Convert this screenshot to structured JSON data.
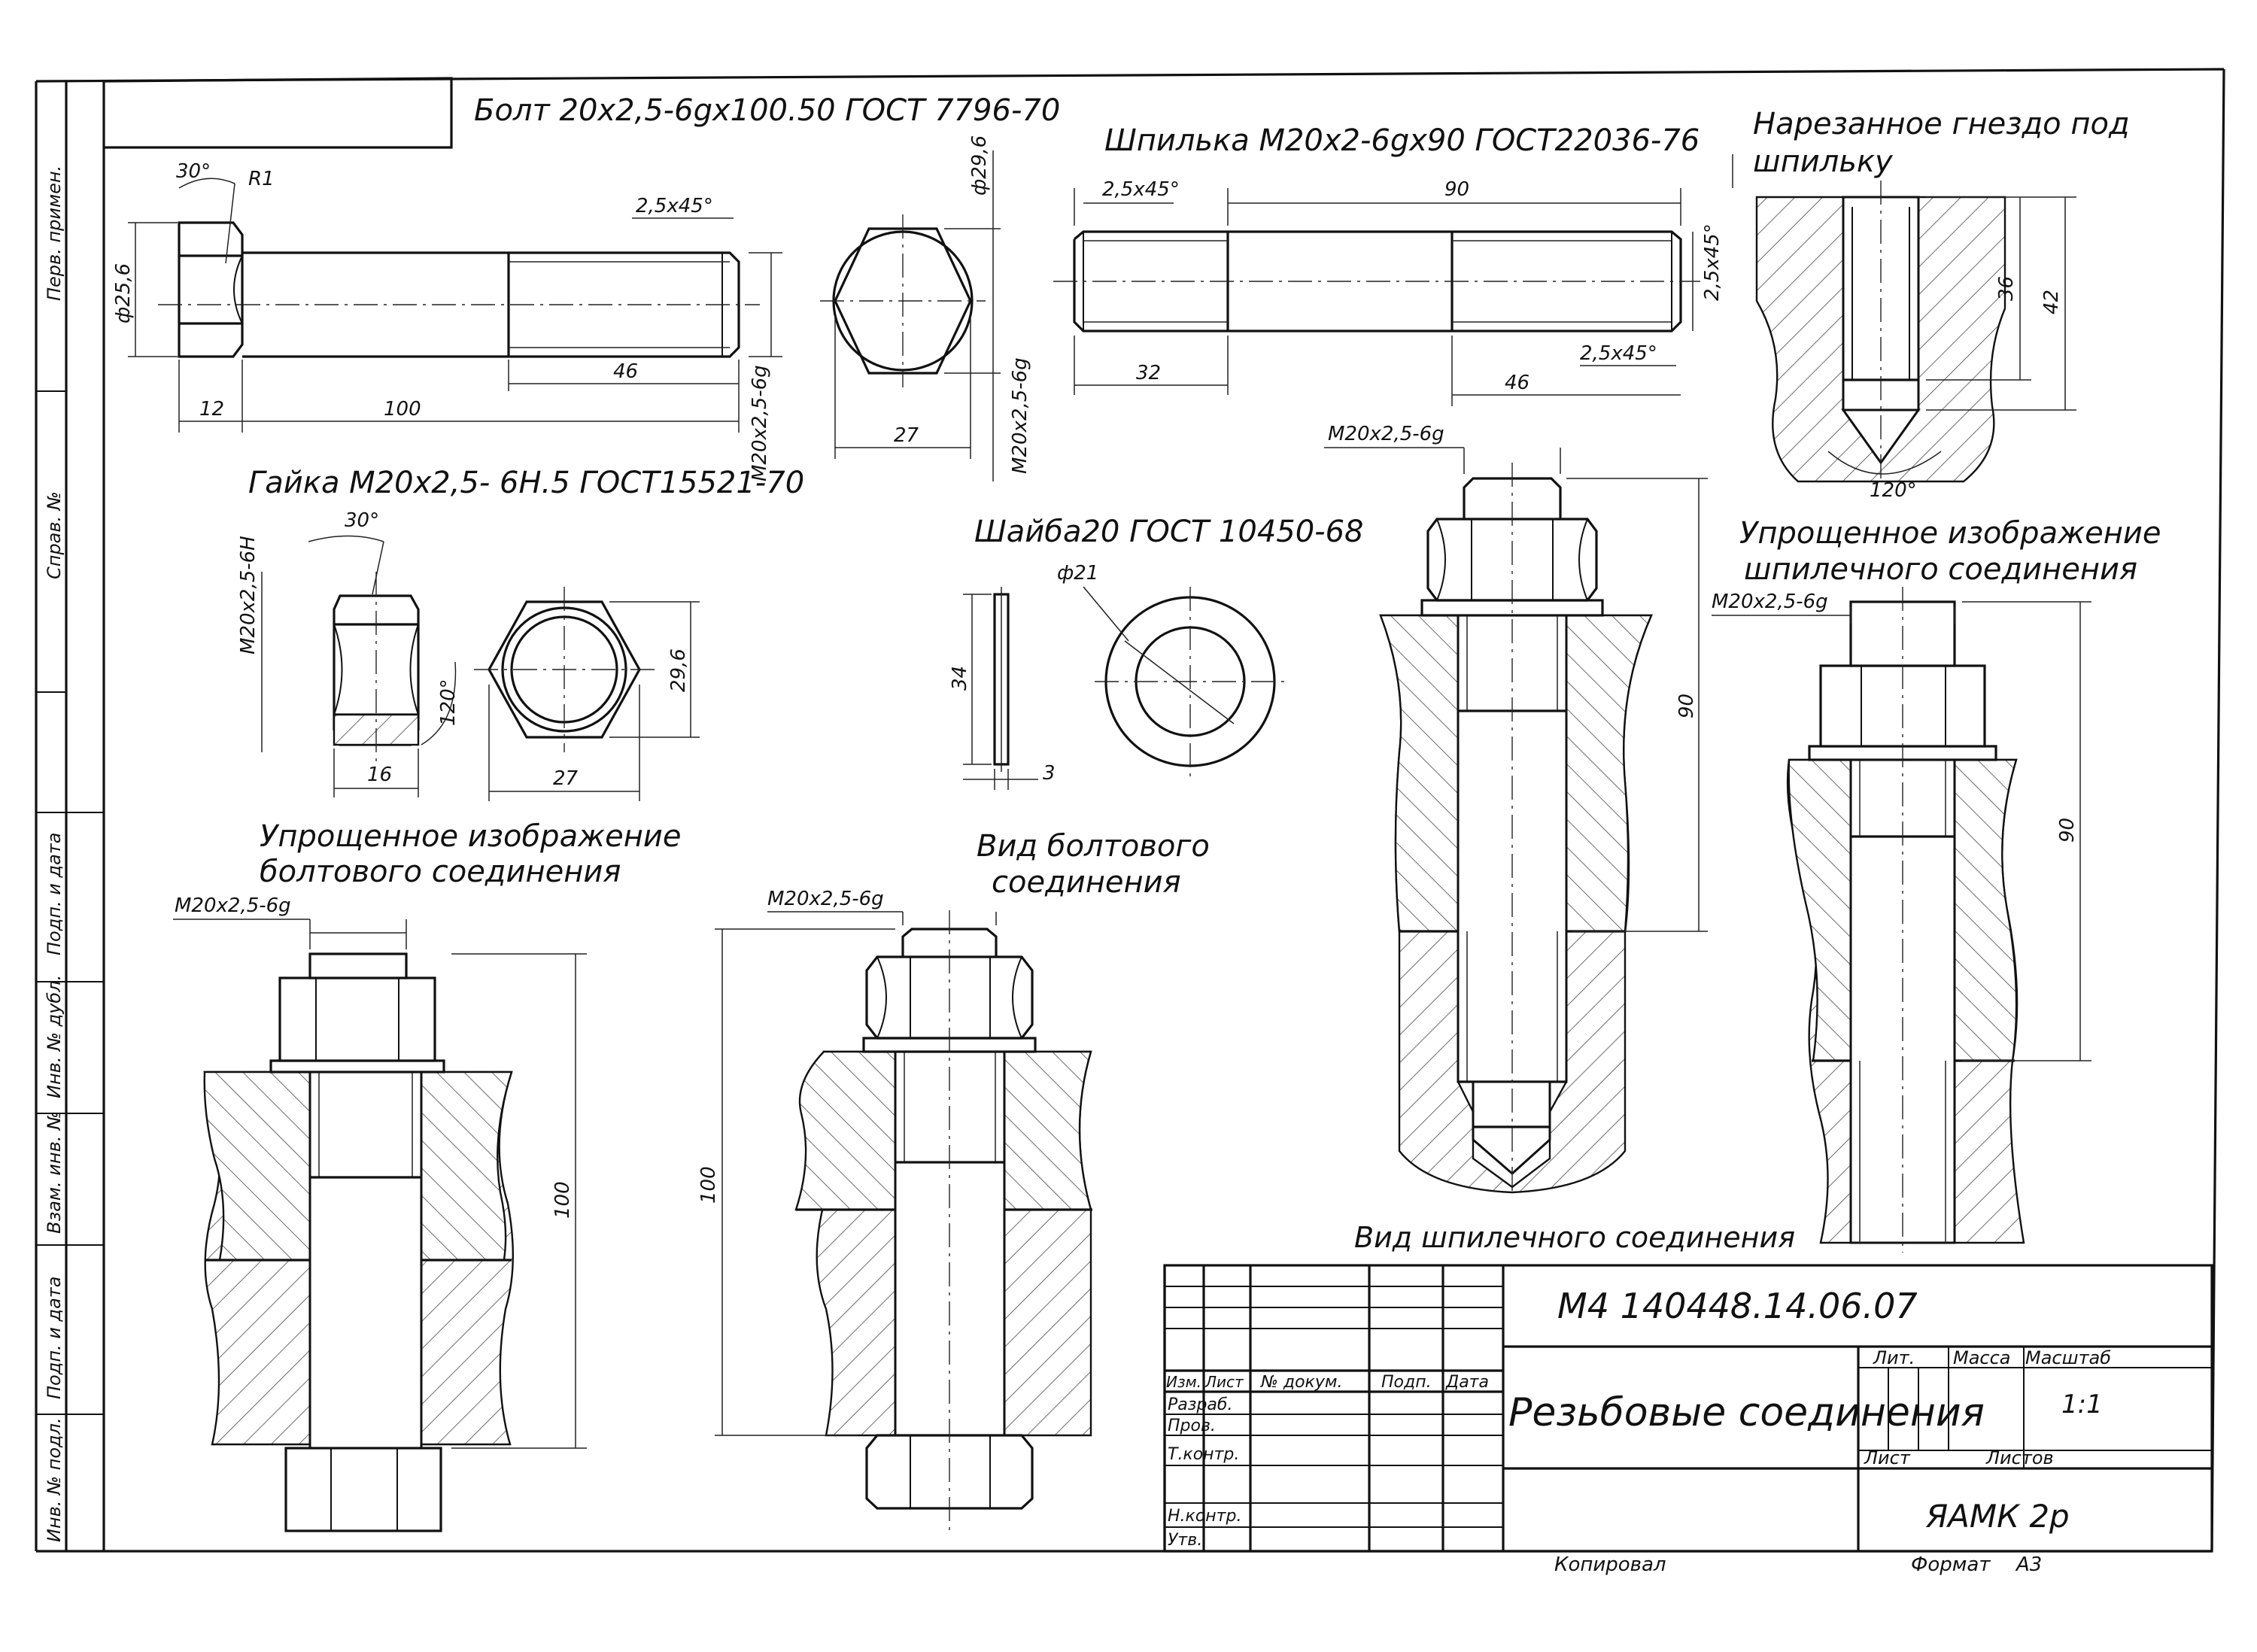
{
  "side_stamp": [
    "Перв. примен.",
    "Справ. №",
    "Подп. и дата",
    "Инв. № дубл.",
    "Взам. инв. №",
    "Подп. и дата",
    "Инв. № подл."
  ],
  "bolt": {
    "title": "Болт 20х2,5-6gх100.50 ГОСТ 7796-70",
    "dims": {
      "angle": "30°",
      "radius": "R1",
      "chamfer": "2,5х45°",
      "head_dia": "ф25,6",
      "head_len": "12",
      "length": "100",
      "thread_len": "46",
      "thread": "М20х2,5-6g",
      "across_corners": "ф29,6",
      "across_flats": "27",
      "side_thread": "М20х2,5-6g"
    }
  },
  "stud": {
    "title": "Шпилька М20х2-6gх90 ГОСТ22036-76",
    "dims": {
      "chamfer_left": "2,5х45°",
      "length": "90",
      "chamfer_right_top": "2,5х45°",
      "chamfer_right_bottom": "2,5х45°",
      "screw_in": "32",
      "nut_end": "46"
    }
  },
  "socket": {
    "title_l1": "Нарезанное гнездо под",
    "title_l2": "шпильку",
    "dims": {
      "depth_thread": "36",
      "depth_total": "42",
      "angle": "120°"
    }
  },
  "nut": {
    "title": "Гайка М20х2,5- 6Н.5 ГОСТ15521-70",
    "dims": {
      "angle": "30°",
      "thread": "М20х2,5-6Н",
      "angle2": "120°",
      "height": "16",
      "across_flats": "27",
      "across_corners": "29,6"
    }
  },
  "washer": {
    "title": "Шайба20 ГОСТ 10450-68",
    "dims": {
      "inner": "ф21",
      "outer": "34",
      "thickness": "3"
    }
  },
  "bolt_joint_simple": {
    "title_l1": "Упрощенное изображение",
    "title_l2": "болтового соединения",
    "thread": "М20х2,5-6g",
    "length": "100"
  },
  "bolt_joint_view": {
    "title_l1": "Вид болтового",
    "title_l2": "соединения",
    "thread": "М20х2,5-6g",
    "length": "100"
  },
  "stud_joint_view": {
    "title": "Вид шпилечного соединения",
    "thread": "М20х2,5-6g",
    "length": "90"
  },
  "stud_joint_simple": {
    "title_l1": "Упрощенное изображение",
    "title_l2": "шпилечного соединения",
    "thread": "М20х2,5-6g",
    "length": "90"
  },
  "title_block": {
    "doc_code": "М4 140448.14.06.07",
    "doc_title": "Резьбовые соединения",
    "col_headers": [
      "Изм.",
      "Лист",
      "№ докум.",
      "Подп.",
      "Дата"
    ],
    "rows": [
      "Разраб.",
      "Пров.",
      "Т.контр.",
      "",
      "Н.контр.",
      "Утв."
    ],
    "lit": "Лит.",
    "mass": "Масса",
    "scale_label": "Масштаб",
    "scale": "1:1",
    "sheet": "Лист",
    "sheets": "Листов",
    "org": "ЯАМК 2р"
  },
  "footer": {
    "copied": "Копировал",
    "format_label": "Формат",
    "format": "А3"
  }
}
